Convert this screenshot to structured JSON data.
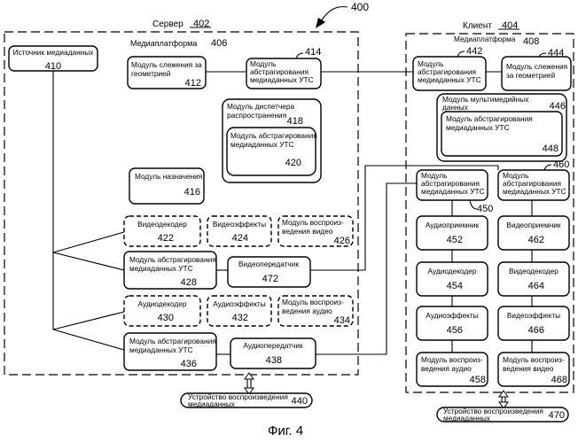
{
  "figure": {
    "ref": "400",
    "caption": "Фиг. 4"
  },
  "server": {
    "title": "Сервер",
    "ref": "402",
    "platform_title": "Медиаплатформа",
    "platform_ref": "406",
    "boxes": {
      "media_source": {
        "lines": [
          "Источник медиаданных"
        ],
        "ref": "410"
      },
      "geometry_tracking": {
        "lines": [
          "Модуль слежения за",
          "геометрией"
        ],
        "ref": "412"
      },
      "vts_abstraction_414": {
        "lines": [
          "Модуль",
          "абстрагирования",
          "медиаданных УТС"
        ],
        "ref": "414"
      },
      "distribution_manager": {
        "lines": [
          "Модуль диспетчера",
          "распространения"
        ],
        "ref": "418"
      },
      "vts_abstraction_420": {
        "lines": [
          "Модуль абстрагирования",
          "медиаданных УТС"
        ],
        "ref": "420"
      },
      "assignment": {
        "lines": [
          "Модуль назначения"
        ],
        "ref": "416"
      },
      "video_decoder": {
        "lines": [
          "Видеодекодер"
        ],
        "ref": "422"
      },
      "video_effects": {
        "lines": [
          "Видеоэффекты"
        ],
        "ref": "424"
      },
      "video_playback": {
        "lines": [
          "Модуль воспроиз-",
          "ведения видео"
        ],
        "ref": "426"
      },
      "vts_abstraction_428": {
        "lines": [
          "Модуль абстрагирования",
          "медиаданных УТС"
        ],
        "ref": "428"
      },
      "video_transmitter": {
        "lines": [
          "Видеопередатчик"
        ],
        "ref": "472"
      },
      "audio_decoder": {
        "lines": [
          "Аудиодекодер"
        ],
        "ref": "430"
      },
      "audio_effects": {
        "lines": [
          "Аудиоэффекты"
        ],
        "ref": "432"
      },
      "audio_playback": {
        "lines": [
          "Модуль воспроиз-",
          "ведения аудио"
        ],
        "ref": "434"
      },
      "vts_abstraction_436": {
        "lines": [
          "Модуль абстрагирования",
          "медиаданных УТС"
        ],
        "ref": "436"
      },
      "audio_transmitter": {
        "lines": [
          "Аудиопередатчик"
        ],
        "ref": "438"
      }
    },
    "device": {
      "lines": [
        "Устройство воспроизведения",
        "медиаданных"
      ],
      "ref": "440"
    }
  },
  "client": {
    "title": "Клиент",
    "ref": "404",
    "platform_title": "Медиаплатформа",
    "platform_ref": "408",
    "boxes": {
      "vts_abstraction_442": {
        "lines": [
          "Модуль",
          "абстрагирования",
          "медиаданных УТС"
        ],
        "ref": "442"
      },
      "geometry_tracking": {
        "lines": [
          "Модуль слежения",
          "за геометрией"
        ],
        "ref": "444"
      },
      "multimedia_data": {
        "lines": [
          "Модуль мультимедийных",
          "данных"
        ],
        "ref": "446"
      },
      "vts_abstraction_448": {
        "lines": [
          "Модуль абстрагирования",
          "медиаданных УТС"
        ],
        "ref": "448"
      },
      "vts_abstraction_450": {
        "lines": [
          "Модуль",
          "абстрагирования",
          "медиаданных УТС"
        ],
        "ref": "450"
      },
      "vts_abstraction_460": {
        "lines": [
          "Модуль",
          "абстрагирования",
          "медиаданных УТС"
        ],
        "ref": "460"
      },
      "audio_receiver": {
        "lines": [
          "Аудиоприемник"
        ],
        "ref": "452"
      },
      "video_receiver": {
        "lines": [
          "Видеоприемник"
        ],
        "ref": "462"
      },
      "audio_decoder": {
        "lines": [
          "Аудиодекодер"
        ],
        "ref": "454"
      },
      "video_decoder": {
        "lines": [
          "Видеодекодер"
        ],
        "ref": "464"
      },
      "audio_effects": {
        "lines": [
          "Аудиоэффекты"
        ],
        "ref": "456"
      },
      "video_effects": {
        "lines": [
          "Видеоэффекты"
        ],
        "ref": "466"
      },
      "audio_playback": {
        "lines": [
          "Модуль воспроиз-",
          "ведения аудио"
        ],
        "ref": "458"
      },
      "video_playback": {
        "lines": [
          "Модуль воспроиз-",
          "ведения видео"
        ],
        "ref": "468"
      }
    },
    "device": {
      "lines": [
        "Устройство воспроизведения",
        "медиаданных"
      ],
      "ref": "470"
    }
  }
}
